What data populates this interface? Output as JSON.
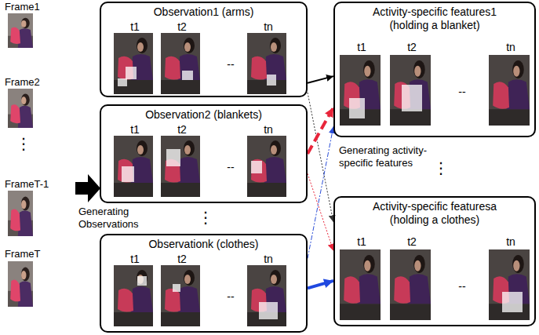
{
  "diagram": {
    "nodes": [
      {
        "text": [
          "Observation1 (arms)",
          "t1",
          "t2",
          "--",
          "tn"
        ]
      },
      {
        "text": [
          "Observation2 (blankets)",
          "t1",
          "t2",
          "--",
          "tn"
        ]
      },
      {
        "text": [
          "Observationk (clothes)",
          "t1",
          "t2",
          "--",
          "tn"
        ]
      },
      {
        "text": [
          "Activity-specific features1 (holding a blanket)",
          "t1",
          "t2",
          "--",
          "tn"
        ]
      },
      {
        "text": [
          "Activity-specific featuresa (holding a clothes)",
          "t1",
          "t2",
          "--",
          "tn"
        ]
      }
    ],
    "edges": [
      {
        "from": 0,
        "to": 3,
        "arrow": "to"
      },
      {
        "from": 0,
        "to": 4,
        "arrow": "to"
      },
      {
        "from": 1,
        "to": 3,
        "arrow": "to"
      },
      {
        "from": 1,
        "to": 4,
        "arrow": "to"
      },
      {
        "from": 2,
        "to": 3,
        "arrow": "to"
      },
      {
        "from": 2,
        "to": 4,
        "arrow": "to"
      }
    ],
    "labels": [
      "Frame1",
      "Frame2",
      "⋮",
      "FrameT-1",
      "FrameT",
      "Generating Observations",
      "⋮",
      "Generating activity-specific features",
      "⋮"
    ]
  }
}
